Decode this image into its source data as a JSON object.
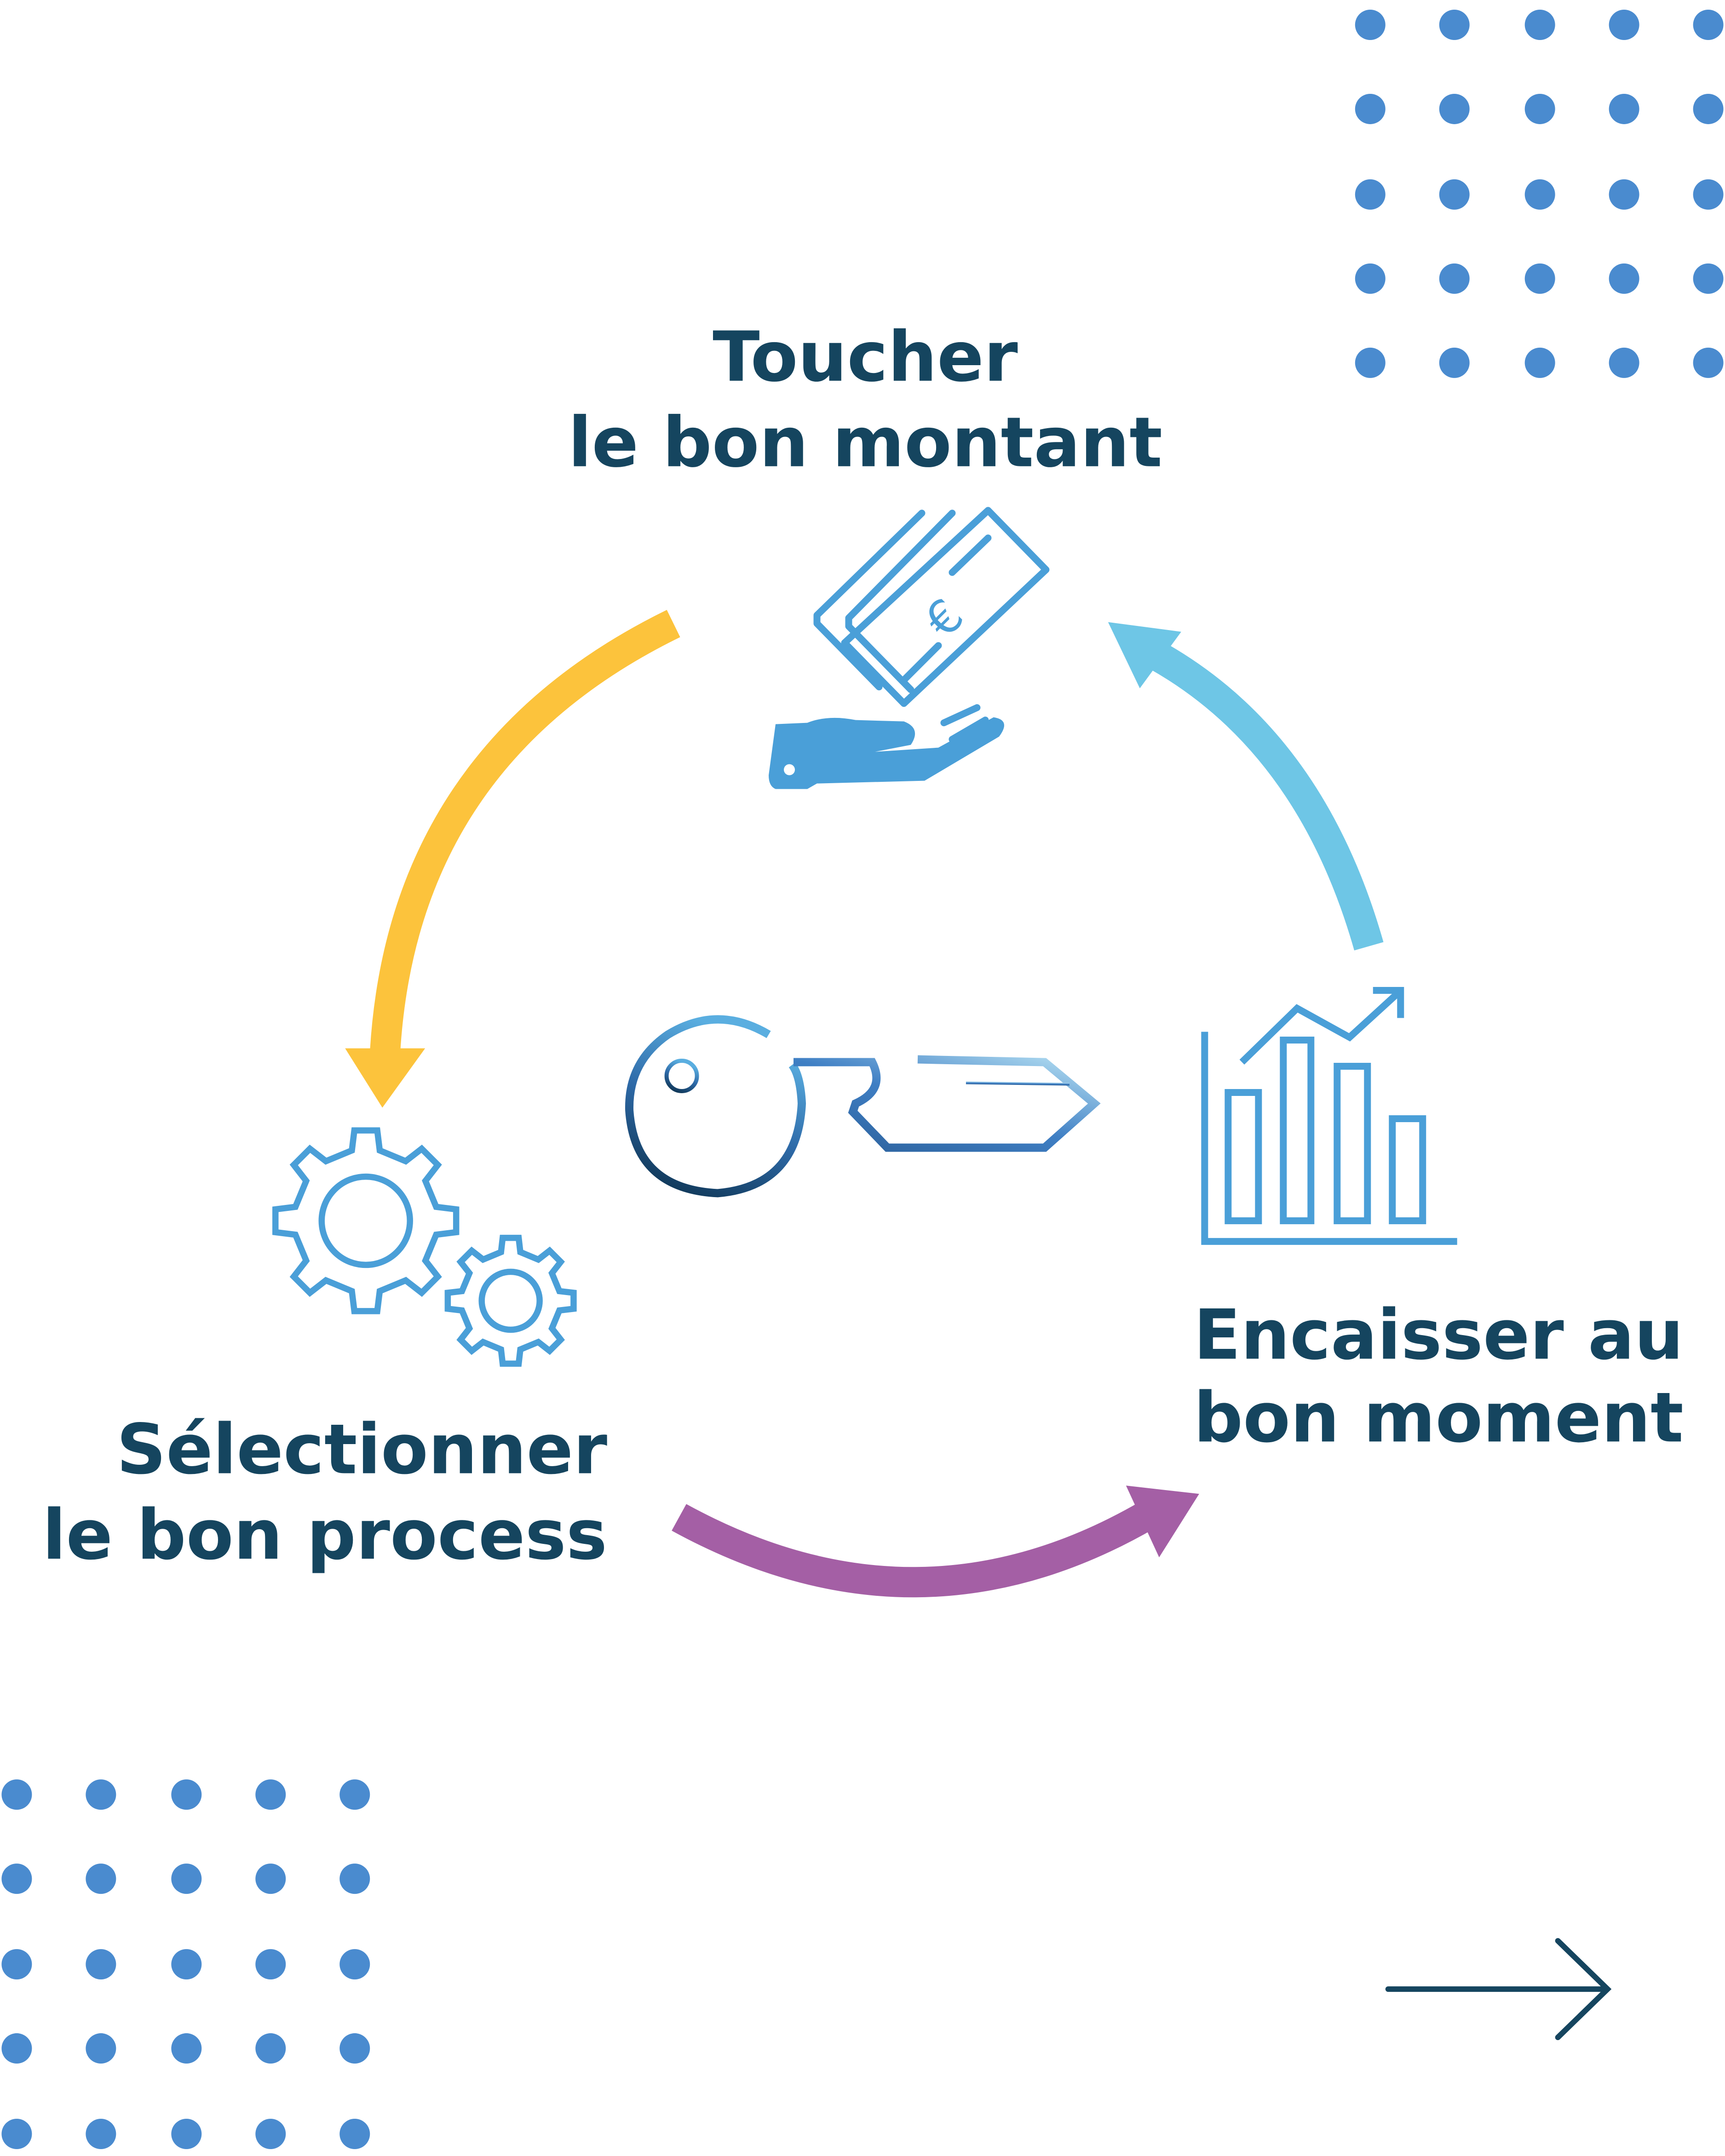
{
  "steps": {
    "top": {
      "line1": "Toucher",
      "line2": "le bon montant",
      "icon": "money-in-hand-icon"
    },
    "right": {
      "line1": "Encaisser au",
      "line2": "bon moment",
      "icon": "bar-chart-trend-icon"
    },
    "left": {
      "line1": "Sélectionner",
      "line2": "le bon process",
      "icon": "gears-icon"
    }
  },
  "center_icon": "key-icon",
  "next_icon": "arrow-right-icon",
  "colors": {
    "text": "#15455f",
    "dots": "#4a8bcf",
    "icon": "#4a9fd8",
    "arrow_yellow": "#fcc33c",
    "arrow_light_blue": "#6ec6e6",
    "arrow_purple": "#a45fa5"
  }
}
